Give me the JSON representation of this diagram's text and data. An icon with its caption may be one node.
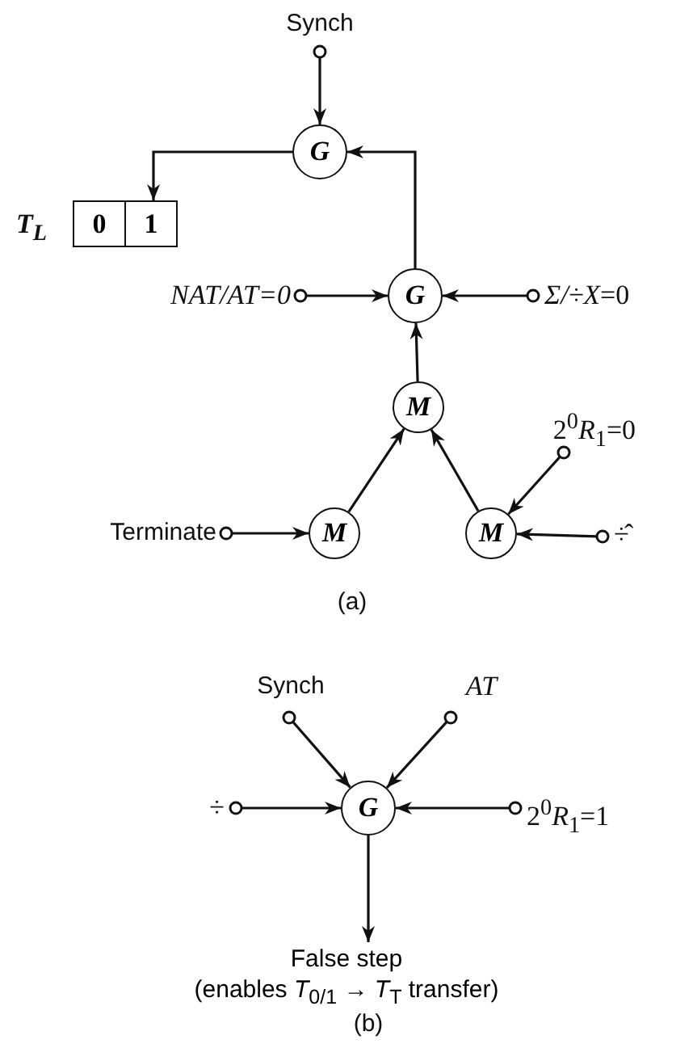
{
  "diagram": {
    "nodes": [
      {
        "text": [
          "Synch"
        ]
      },
      {
        "text": [
          "G"
        ]
      },
      {
        "text": [
          "T$_{L}$",
          "0",
          "1"
        ]
      },
      {
        "text": [
          "*NAT/AT*=0"
        ]
      },
      {
        "text": [
          "G"
        ]
      },
      {
        "text": [
          "*Σ/÷X*=0"
        ]
      },
      {
        "text": [
          "M"
        ]
      },
      {
        "text": [
          "2$^{0}$*R*$_{1}$=0"
        ]
      },
      {
        "text": [
          "Terminate"
        ]
      },
      {
        "text": [
          "M"
        ]
      },
      {
        "text": [
          "M"
        ]
      },
      {
        "text": [
          "÷̂"
        ]
      },
      {
        "text": [
          "Synch"
        ]
      },
      {
        "text": [
          "AT"
        ]
      },
      {
        "text": [
          "÷"
        ]
      },
      {
        "text": [
          "G"
        ]
      },
      {
        "text": [
          "2$^{0}$*R*$_{1}$=1"
        ]
      },
      {
        "text": [
          "False step",
          "(enables *T*$_{0/1}$ → *T*$_{T}$ transfer)"
        ]
      }
    ],
    "edges": [
      {
        "from": 0,
        "to": 1,
        "arrow": "to"
      },
      {
        "from": 1,
        "to": 2,
        "arrow": "to"
      },
      {
        "from": 4,
        "to": 1,
        "arrow": "to"
      },
      {
        "from": 3,
        "to": 4,
        "arrow": "to"
      },
      {
        "from": 5,
        "to": 4,
        "arrow": "to"
      },
      {
        "from": 6,
        "to": 4,
        "arrow": "to"
      },
      {
        "from": 9,
        "to": 6,
        "arrow": "to"
      },
      {
        "from": 10,
        "to": 6,
        "arrow": "to"
      },
      {
        "from": 8,
        "to": 9,
        "arrow": "to"
      },
      {
        "from": 7,
        "to": 10,
        "arrow": "to"
      },
      {
        "from": 11,
        "to": 10,
        "arrow": "to"
      },
      {
        "from": 12,
        "to": 15,
        "arrow": "to"
      },
      {
        "from": 13,
        "to": 15,
        "arrow": "to"
      },
      {
        "from": 14,
        "to": 15,
        "arrow": "to"
      },
      {
        "from": 16,
        "to": 15,
        "arrow": "to"
      },
      {
        "from": 15,
        "to": 17,
        "arrow": "to"
      }
    ],
    "labels": [
      "(a)",
      "(b)"
    ]
  }
}
